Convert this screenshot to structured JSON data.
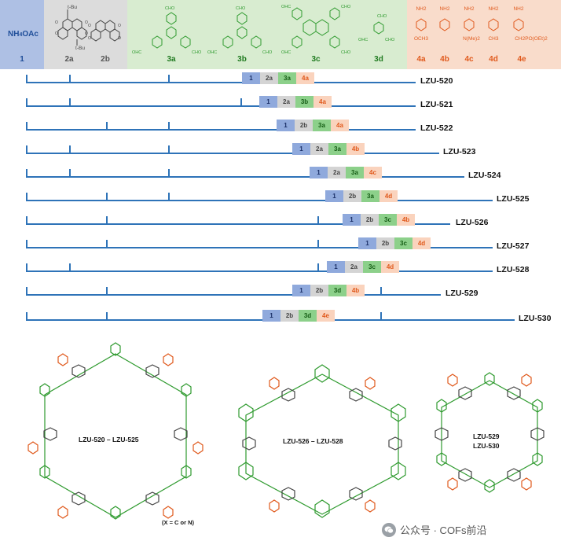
{
  "blocks": {
    "ammonium": {
      "formula_main": "NH",
      "formula_sub": "4",
      "formula_end": "OAc",
      "label": "1"
    },
    "quinones": [
      {
        "label": "2a",
        "substituent": "t-Bu"
      },
      {
        "label": "2b"
      }
    ],
    "aldehydes": [
      {
        "label": "3a",
        "group": "CHO"
      },
      {
        "label": "3b",
        "group": "CHO"
      },
      {
        "label": "3c",
        "group": "CHO"
      },
      {
        "label": "3d",
        "group": "CHO"
      }
    ],
    "amines": [
      {
        "label": "4a",
        "top": "NH2",
        "bottom": "OCH3"
      },
      {
        "label": "4b",
        "top": "NH2",
        "bottom": ""
      },
      {
        "label": "4c",
        "top": "NH2",
        "bottom": "N(Me)2"
      },
      {
        "label": "4d",
        "top": "NH2",
        "bottom": "CH3"
      },
      {
        "label": "4e",
        "top": "NH2",
        "bottom": "CH2PO(OEt)2"
      }
    ]
  },
  "rows": [
    {
      "name": "LZU-520",
      "chips": [
        "1",
        "2a",
        "3a",
        "4a"
      ]
    },
    {
      "name": "LZU-521",
      "chips": [
        "1",
        "2a",
        "3b",
        "4a"
      ]
    },
    {
      "name": "LZU-522",
      "chips": [
        "1",
        "2b",
        "3a",
        "4a"
      ]
    },
    {
      "name": "LZU-523",
      "chips": [
        "1",
        "2a",
        "3a",
        "4b"
      ]
    },
    {
      "name": "LZU-524",
      "chips": [
        "1",
        "2a",
        "3a",
        "4c"
      ]
    },
    {
      "name": "LZU-525",
      "chips": [
        "1",
        "2b",
        "3a",
        "4d"
      ]
    },
    {
      "name": "LZU-526",
      "chips": [
        "1",
        "2b",
        "3c",
        "4b"
      ]
    },
    {
      "name": "LZU-527",
      "chips": [
        "1",
        "2b",
        "3c",
        "4d"
      ]
    },
    {
      "name": "LZU-528",
      "chips": [
        "1",
        "2a",
        "3c",
        "4d"
      ]
    },
    {
      "name": "LZU-529",
      "chips": [
        "1",
        "2b",
        "3d",
        "4b"
      ]
    },
    {
      "name": "LZU-530",
      "chips": [
        "1",
        "2b",
        "3d",
        "4e"
      ]
    }
  ],
  "structures": [
    {
      "label": "LZU-520 – LZU-525",
      "note": "(X = C or N)"
    },
    {
      "label": "LZU-526 – LZU-528"
    },
    {
      "label_line1": "LZU-529",
      "label_line2": "LZU-530"
    }
  ],
  "watermark": {
    "text": "公众号 · COFs前沿"
  },
  "colors": {
    "blue": "#2e73b8",
    "green": "#2e9a2e",
    "orange": "#e0591c",
    "gray": "#555555"
  }
}
